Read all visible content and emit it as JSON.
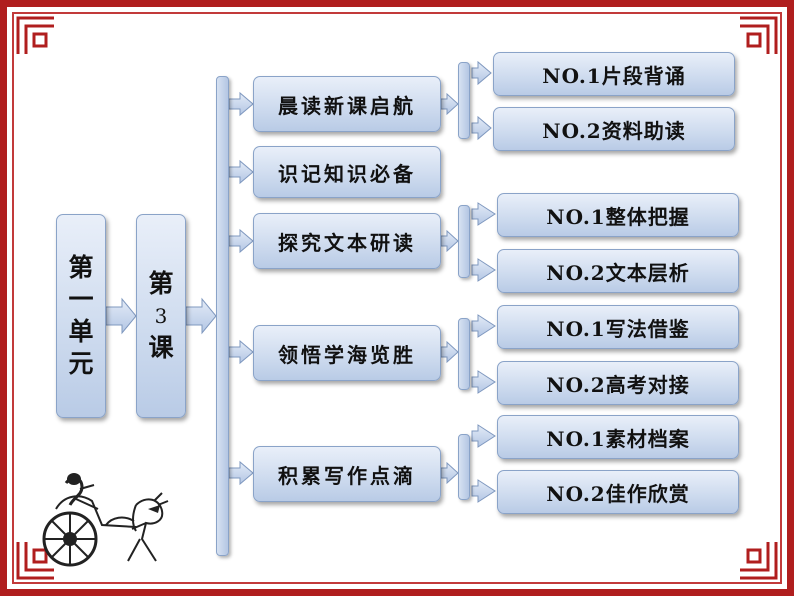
{
  "unit_label": [
    "第",
    "一",
    "单",
    "元"
  ],
  "lesson_label": {
    "line1": "第",
    "number": "3",
    "line2": "课"
  },
  "sections": [
    {
      "label": "晨读新课启航",
      "items": [
        "NO.1片段背诵",
        "NO.2资料助读"
      ]
    },
    {
      "label": "识记知识必备",
      "items": []
    },
    {
      "label": "探究文本研读",
      "items": [
        "NO.1整体把握",
        "NO.2文本层析"
      ]
    },
    {
      "label": "领悟学海览胜",
      "items": [
        "NO.1写法借鉴",
        "NO.2高考对接"
      ]
    },
    {
      "label": "积累写作点滴",
      "items": [
        "NO.1素材档案",
        "NO.2佳作欣赏"
      ]
    }
  ],
  "colors": {
    "frame": "#b01e1e",
    "box_fill": "#cfdcef",
    "box_border": "#8aa3c8",
    "arrow": "#c6d5ec"
  },
  "icons": [
    "corner-ornament-icon",
    "chariot-illustration-icon"
  ]
}
